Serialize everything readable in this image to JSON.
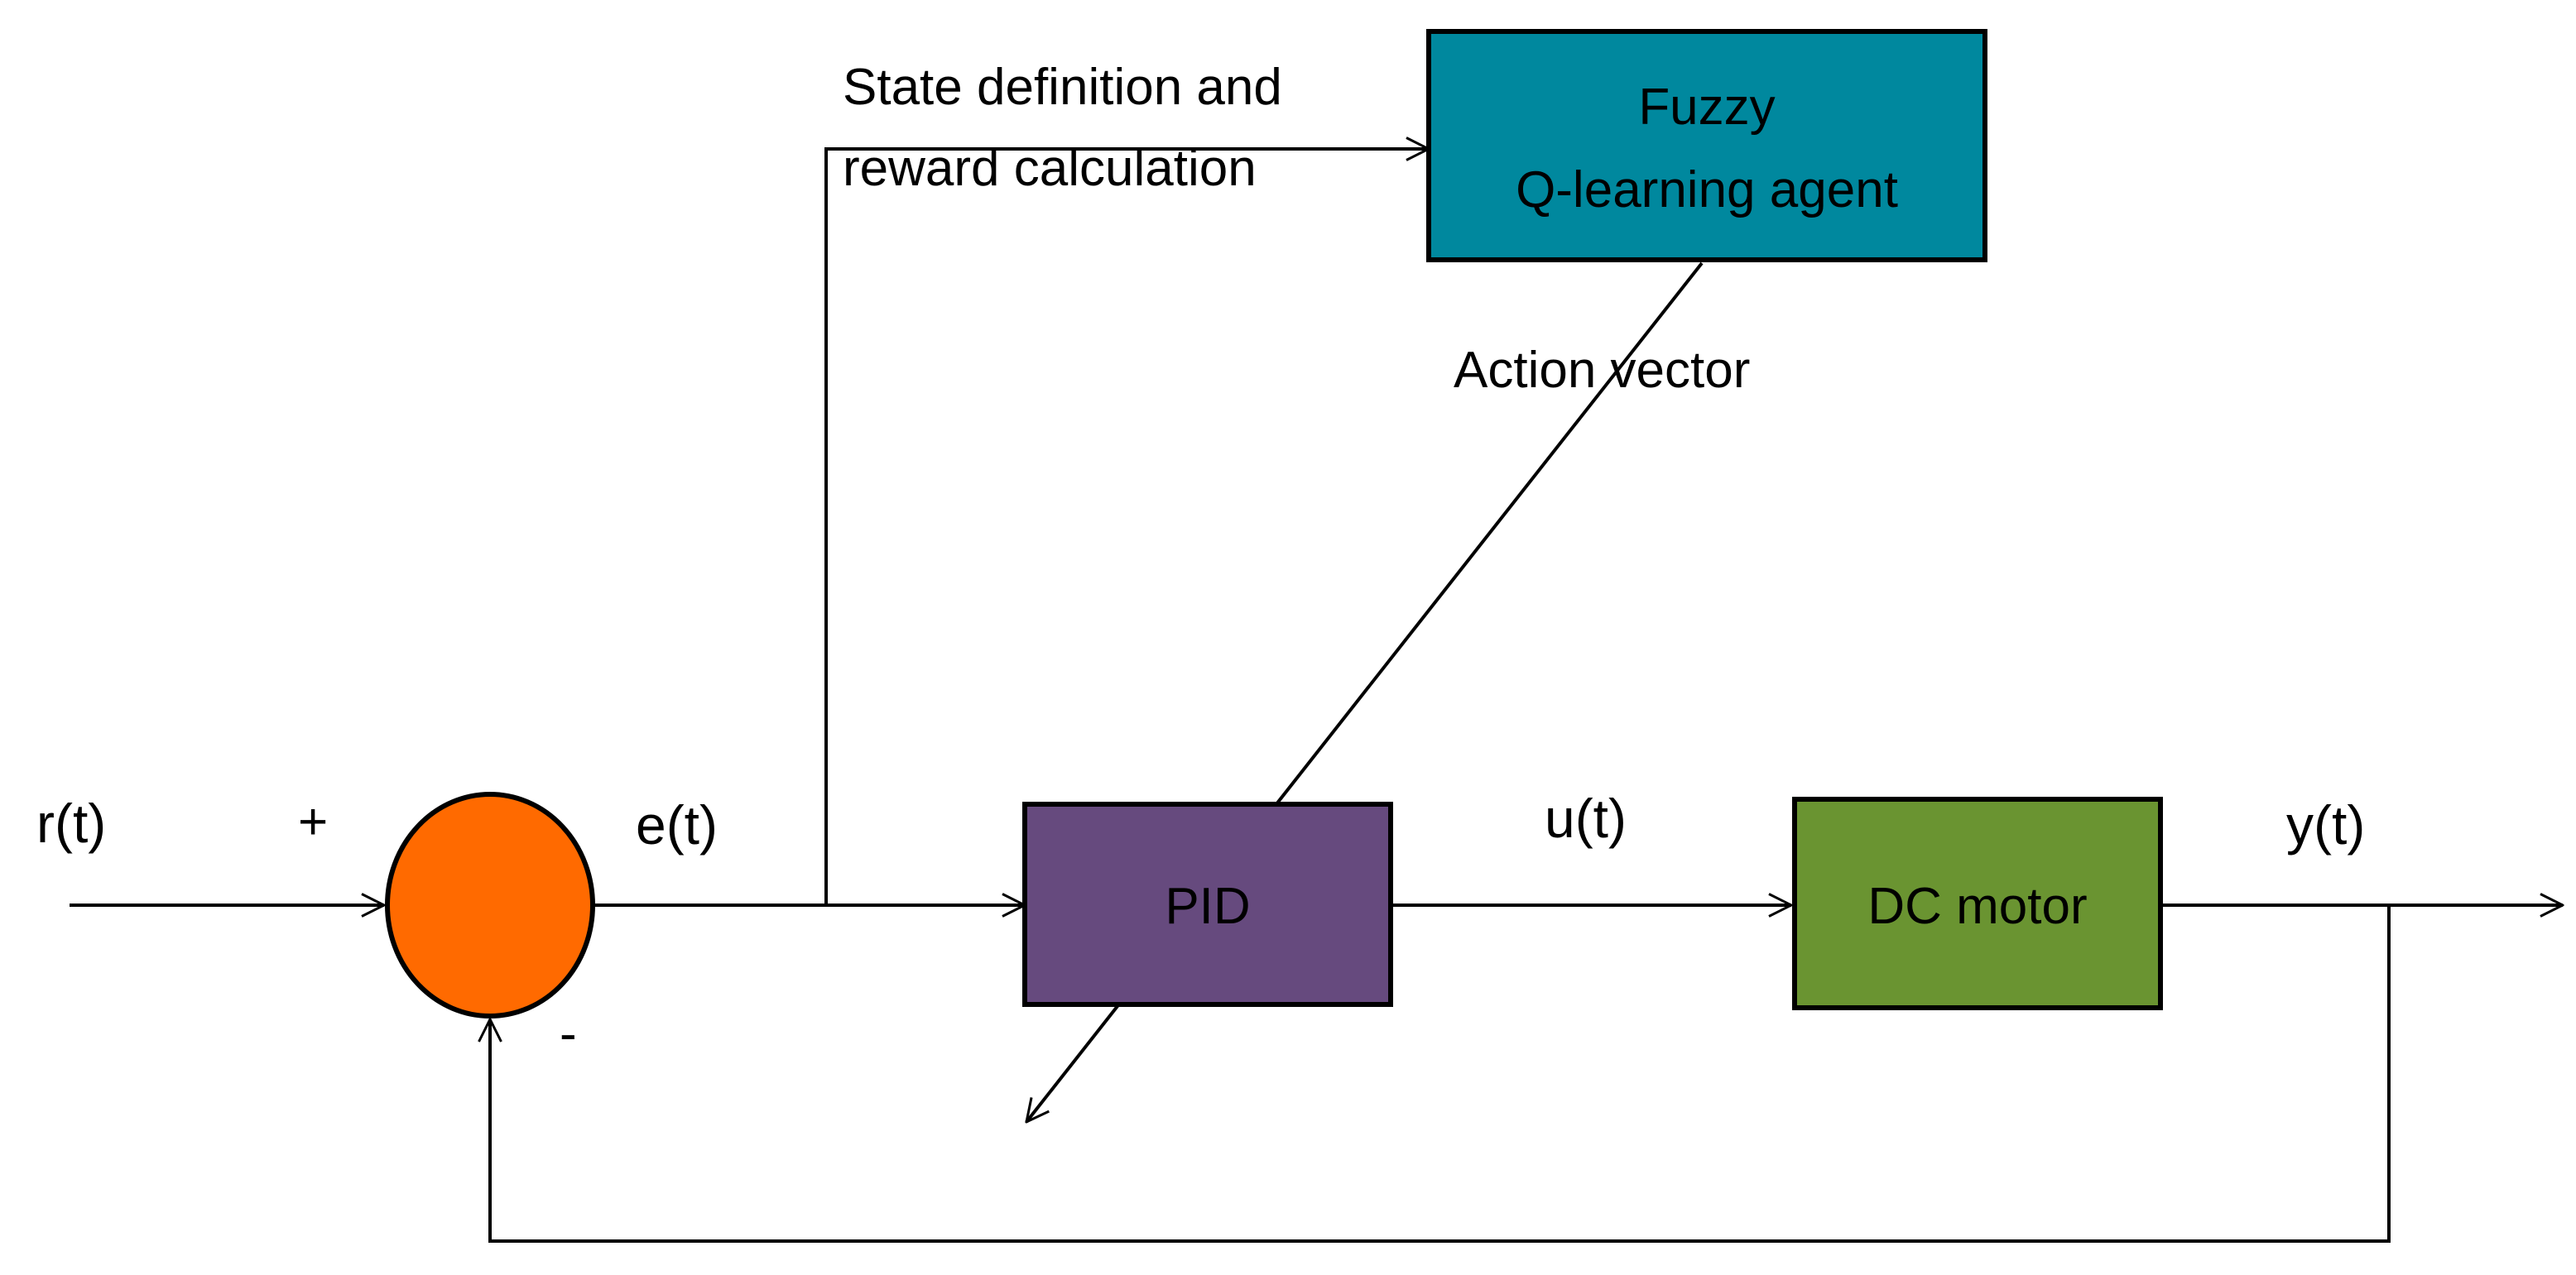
{
  "blocks": {
    "agent": {
      "line1": "Fuzzy",
      "line2": "Q-learning agent",
      "color": "#00889E"
    },
    "pid": {
      "label": "PID",
      "color": "#664A7E"
    },
    "motor": {
      "label": "DC motor",
      "color": "#6A9431"
    },
    "summing_junction": {
      "color": "#FF6A00"
    }
  },
  "signals": {
    "reference": "r(t)",
    "error": "e(t)",
    "control": "u(t)",
    "output": "y(t)"
  },
  "signs": {
    "plus": "+",
    "minus": "-"
  },
  "annotations": {
    "state_line1": "State definition and",
    "state_line2": "reward calculation",
    "action": "Action vector"
  }
}
